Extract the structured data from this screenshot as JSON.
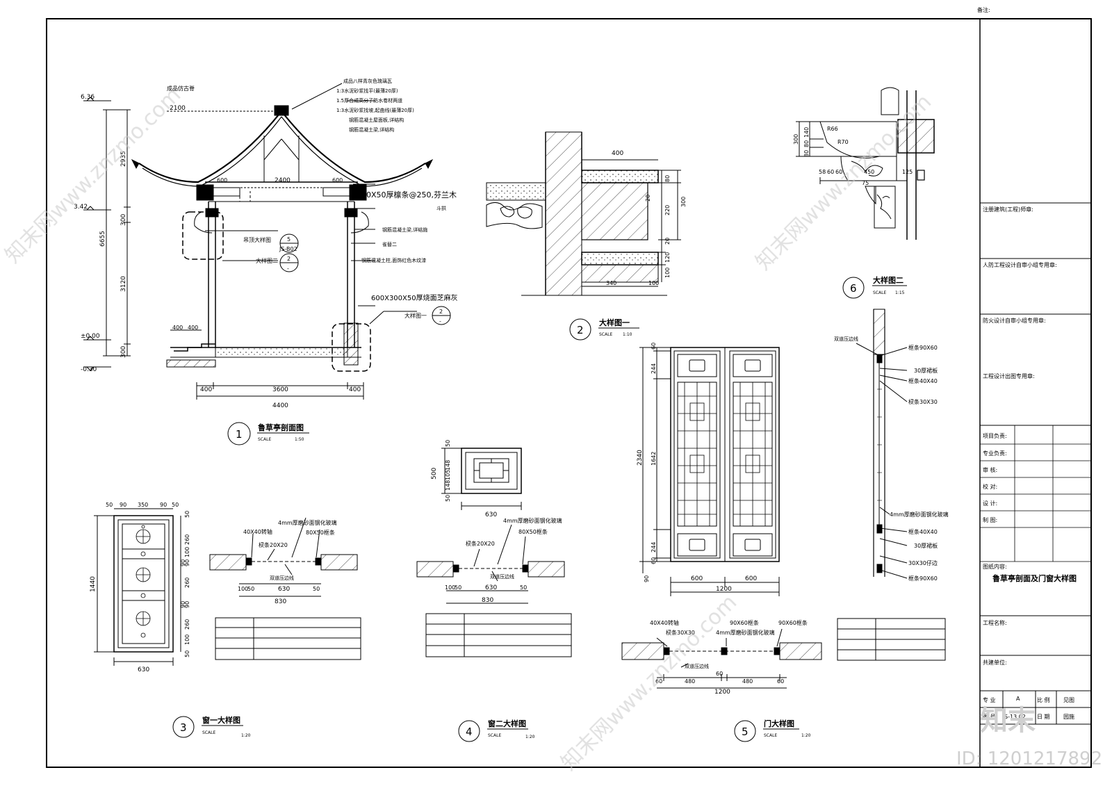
{
  "sheet": {
    "remark_label": "备注:",
    "id_watermark": "ID: 1201217892",
    "brand": "知末"
  },
  "title_block": {
    "fields": [
      "注册建筑(工程)师章:",
      "人防工程设计自审小组专用章:",
      "防火设计自审小组专用章:",
      "工程设计出图专用章:"
    ],
    "roles": [
      "项目负责:",
      "专业负责:",
      "审  核:",
      "校  对:",
      "设  计:",
      "制  图:"
    ],
    "drawing_content_label": "图纸内容:",
    "drawing_title": "鲁草亭剖面及门窗大样图",
    "project_name_label": "工程名称:",
    "build_unit_label": "共建单位:",
    "bottom_labels": [
      "专  业",
      "A",
      "比  例",
      "见图",
      "图  号",
      "S-13.02",
      "日  期",
      "园施"
    ]
  },
  "details": {
    "d1": {
      "num": "1",
      "title": "鲁草亭剖面图",
      "scale_label": "SCALE",
      "scale": "1:50"
    },
    "d2": {
      "num": "2",
      "title": "大样图一",
      "scale_label": "SCALE",
      "scale": "1:10"
    },
    "d3": {
      "num": "3",
      "title": "窗一大样图",
      "scale_label": "SCALE",
      "scale": "1:20"
    },
    "d4": {
      "num": "4",
      "title": "窗二大样图",
      "scale_label": "SCALE",
      "scale": "1:20"
    },
    "d5": {
      "num": "5",
      "title": "门大样图",
      "scale_label": "SCALE",
      "scale": "1:20"
    },
    "d6": {
      "num": "6",
      "title": "大样图二",
      "scale_label": "SCALE",
      "scale": "1:15"
    }
  },
  "section": {
    "elev": [
      "6.36",
      "3.42",
      "±0.00",
      "-0.30"
    ],
    "vdims": [
      "2935",
      "300",
      "3120",
      "300",
      "6655"
    ],
    "hdims_top": [
      "2100",
      "2400",
      "600",
      "600"
    ],
    "hdims_bottom": [
      "400",
      "3600",
      "400",
      "4400"
    ],
    "step_dims": [
      "400",
      "400"
    ],
    "labels": [
      "成品仿古脊",
      "成品八样青灰色琉璃瓦",
      "1:3水泥砂浆找平(最薄20厚)",
      "1.5厚合成高分子防水卷材两道",
      "1:3水泥砂浆找坡,起曲线(最薄20厚)",
      "钢筋混凝土屋面板,详结构",
      "钢筋混凝土梁,详结构",
      "80X50厚檩条@250,芬兰木",
      "斗拱",
      "钢筋混凝土梁,详结施",
      "雀替二",
      "钢筋混凝土柱,面饰红色木纹漆",
      "600X300X50厚烧面芝麻灰"
    ],
    "ref_labels": [
      "吊顶大样图",
      "大样图二",
      "大样图一"
    ],
    "ref_circles": [
      "5",
      "JS-B02",
      "2",
      "-",
      "2",
      "-"
    ]
  },
  "detail2": {
    "dims": [
      "400",
      "80",
      "220",
      "300",
      "20",
      "120",
      "100",
      "340",
      "100",
      "20"
    ]
  },
  "detail6": {
    "dims": [
      "140",
      "300",
      "80",
      "80",
      "R66",
      "R70",
      "58",
      "60",
      "60",
      "450",
      "125",
      "75"
    ]
  },
  "window1": {
    "hdims": [
      "50",
      "90",
      "350",
      "90",
      "50"
    ],
    "vdims": [
      "50",
      "260",
      "100",
      "90",
      "90",
      "260",
      "90",
      "90",
      "260",
      "100",
      "50"
    ],
    "overall_v": "1440",
    "overall_h": "630"
  },
  "section_w1": {
    "labels": [
      "40X40转轴",
      "4mm厚磨砂面钢化玻璃",
      "80X50框条",
      "棂条20X20",
      "双道压边线"
    ],
    "dims": [
      "100",
      "50",
      "630",
      "50",
      "830"
    ]
  },
  "window2": {
    "vdims": [
      "50",
      "148",
      "105",
      "148",
      "50"
    ],
    "overall_v": "500",
    "overall_h": "630"
  },
  "section_w2": {
    "labels": [
      "4mm厚磨砂面钢化玻璃",
      "80X50框条",
      "棂条20X20",
      "双道压边线"
    ],
    "dims": [
      "100",
      "50",
      "630",
      "50",
      "830"
    ]
  },
  "door": {
    "vdims": [
      "60",
      "244",
      "1642",
      "244",
      "60",
      "90",
      "2340"
    ],
    "hdims": [
      "600",
      "600",
      "1200"
    ]
  },
  "section_door": {
    "labels": [
      "40X40转轴",
      "棂条30X30",
      "4mm厚磨砂面钢化玻璃",
      "90X60框条",
      "90X60框条",
      "双道压边线"
    ],
    "dims": [
      "60",
      "480",
      "60",
      "480",
      "60",
      "1200"
    ]
  },
  "door_side": {
    "labels": [
      "双道压边线",
      "框条90X60",
      "30厚裙板",
      "框条40X40",
      "棂条30X30",
      "4mm厚磨砂面钢化玻璃",
      "框条40X40",
      "30厚裙板",
      "30X30仔边",
      "框条90X60"
    ]
  },
  "watermark": "知末网www.znzmo.com"
}
